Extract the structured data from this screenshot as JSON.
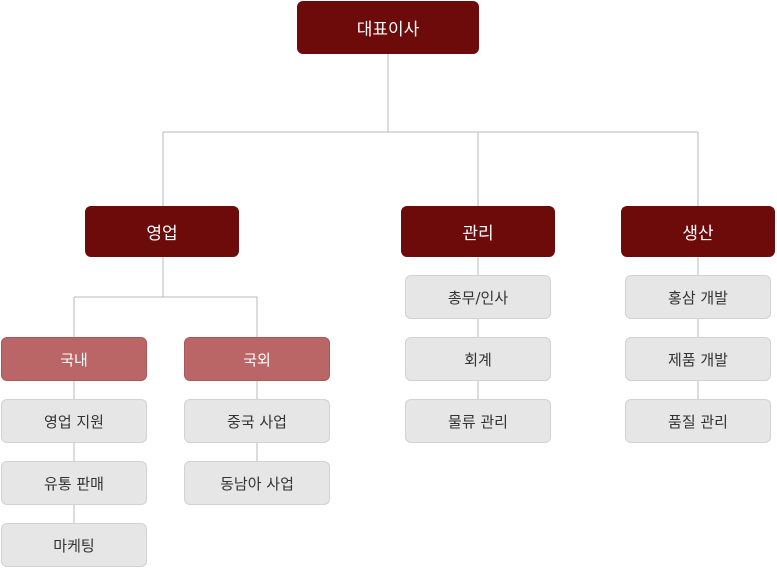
{
  "org": {
    "ceo": "대표이사",
    "departments": {
      "sales": "영업",
      "admin": "관리",
      "production": "생산"
    },
    "sales_groups": {
      "domestic": "국내",
      "overseas": "국외"
    },
    "teams": {
      "domestic": [
        "영업 지원",
        "유통 판매",
        "마케팅"
      ],
      "overseas": [
        "중국 사업",
        "동남아 사업"
      ],
      "admin": [
        "총무/인사",
        "회계",
        "물류 관리"
      ],
      "production": [
        "홍삼 개발",
        "제품 개발",
        "품질 관리"
      ]
    }
  },
  "colors": {
    "top_box": "#6d0b0b",
    "group_box": "#bb6666",
    "team_box": "#e6e6e6",
    "connector": "#b9b9b9"
  }
}
